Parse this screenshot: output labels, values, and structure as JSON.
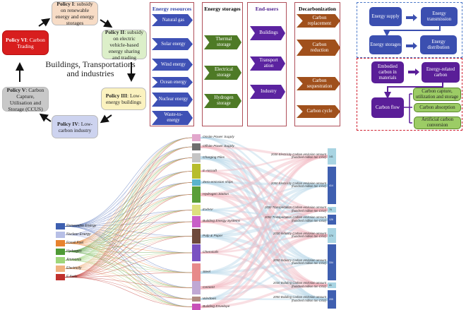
{
  "policy_cycle": {
    "center": "Buildings, Transportations and industries",
    "policies": [
      {
        "id": "I",
        "head": "Policy I",
        "text": ": subsidy on renewable energy and energy storages",
        "color": "#f7dcc6"
      },
      {
        "id": "II",
        "head": "Policy II",
        "text": ": subsidy on electric vehicle-based energy sharing and trading",
        "color": "#dcefc9"
      },
      {
        "id": "III",
        "head": "Policy III",
        "text": ": Low-energy buildings",
        "color": "#fbf2bf"
      },
      {
        "id": "IV",
        "head": "Policy IV",
        "text": ": Low-carbon industry",
        "color": "#cdd3ef"
      },
      {
        "id": "V",
        "head": "Policy V",
        "text": ": Carbon Capture, Utilisation and Storage (CCUS)",
        "color": "#c8c8c8"
      },
      {
        "id": "VI",
        "head": "Policy VI",
        "text": ": Carbon Trading",
        "color": "#d81e1e"
      }
    ]
  },
  "columns": {
    "energy_resources": {
      "title": "Energy resources",
      "title_color": "#2b3fa8",
      "items": [
        "Natural gas",
        "Solar energy",
        "Wind energy",
        "Ocean energy",
        "Nuclear energy",
        "Waste-to-energy"
      ]
    },
    "energy_storages": {
      "title": "Energy storages",
      "title_color": "#222222",
      "items": [
        "Thermal storage",
        "Electrical storage",
        "Hydrogen storage"
      ]
    },
    "end_users": {
      "title": "End-users",
      "title_color": "#4a1a8c",
      "items": [
        "Buildings",
        "Transport ation",
        "Industry"
      ]
    },
    "decarbonization": {
      "title": "Decarbonization",
      "title_color": "#222222",
      "items": [
        "Carbon replacement",
        "Carbon reduction",
        "Carbon sequestration",
        "Carbon cycle"
      ]
    }
  },
  "energy_flow": {
    "supply": "Energy supply",
    "transmission": "Energy transmission",
    "storages": "Energy storages",
    "distribution": "Energy distribution"
  },
  "carbon_flow": {
    "embodied": "Embodied carbon in materials",
    "energy_related": "Energy-related carbon",
    "flow": "Carbon flow",
    "outputs": [
      "Carbon capture, utilization and storage",
      "Carbon absorption",
      "Artificial carbon conversion"
    ]
  },
  "sankey": {
    "sources": [
      {
        "label": "Renewable Energy",
        "color": "#3d5fb0"
      },
      {
        "label": "Nuclear Energy",
        "color": "#b7bfe6"
      },
      {
        "label": "Fossil Fuel",
        "color": "#e7822e"
      },
      {
        "label": "Hydrogen",
        "color": "#4f9a36"
      },
      {
        "label": "Ammonia",
        "color": "#9fd67a"
      },
      {
        "label": "Electricity",
        "color": "#f0b27f"
      },
      {
        "label": "E-fuels",
        "color": "#c0302c"
      }
    ],
    "middle": [
      {
        "label": "Onsite Power Supply",
        "color": "#e2a7cc"
      },
      {
        "label": "Offsite Power Supply",
        "color": "#6e6e6e"
      },
      {
        "label": "Charging Piles",
        "color": "#c5c5c5"
      },
      {
        "label": "E-Aircraft",
        "color": "#b7bd2c"
      },
      {
        "label": "Zero-emission ships",
        "color": "#5ab4cc"
      },
      {
        "label": "Hydrogen Station",
        "color": "#5a9e38"
      },
      {
        "label": "EV/HV",
        "color": "#dde07e"
      },
      {
        "label": "Building Energy Systems",
        "color": "#c85ec8"
      },
      {
        "label": "Pulp & Paper",
        "color": "#6e4a3c"
      },
      {
        "label": "Chemicals",
        "color": "#7a52c2"
      },
      {
        "label": "Steel",
        "color": "#e78a8a"
      },
      {
        "label": "Cement",
        "color": "#c0a8d4"
      },
      {
        "label": "Windows",
        "color": "#b08a80"
      },
      {
        "label": "Building Envelope",
        "color": "#c850b8"
      }
    ],
    "targets": [
      {
        "label": "2030 Electricity Carbon emission amount",
        "unit": "(hundred million ton CO2)",
        "value": "141",
        "color": "#a8d4e2"
      },
      {
        "label": "2050 Electricity Carbon emission amount",
        "unit": "(hundred million ton CO2)",
        "value": "414",
        "color": "#3f5fb0"
      },
      {
        "label": "2030 Transportation Carbon emission amount",
        "unit": "(hundred million ton CO2)",
        "value": "76",
        "color": "#a8d4e2"
      },
      {
        "label": "2050 Transportation Carbon emission amount",
        "unit": "(hundred million ton CO2)",
        "value": "126",
        "color": "#3f5fb0"
      },
      {
        "label": "2030 Industry Carbon emission amount",
        "unit": "(hundred million ton CO2)",
        "value": "174",
        "color": "#a8d4e2"
      },
      {
        "label": "2050 Industry Carbon emission amount",
        "unit": "(hundred million ton CO2)",
        "value": "334",
        "color": "#3f5fb0"
      },
      {
        "label": "2030 Building Carbon emission amount",
        "unit": "(hundred million ton CO2)",
        "value": "41",
        "color": "#a8d4e2"
      },
      {
        "label": "2050 Building Carbon emission amount",
        "unit": "(hundred million ton CO2)",
        "value": "205",
        "color": "#3f5fb0"
      }
    ]
  }
}
